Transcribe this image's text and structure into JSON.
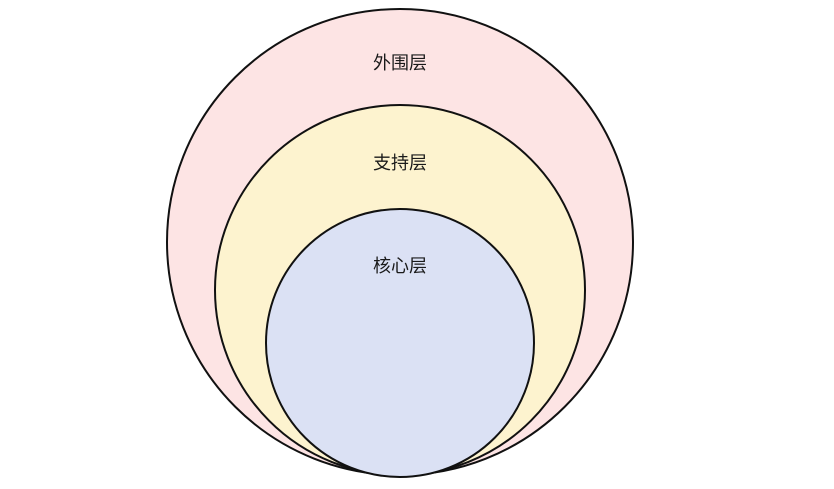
{
  "layers": [
    {
      "id": "outer",
      "label": "外围层",
      "fill": "#fde4e4",
      "stroke": "#111111"
    },
    {
      "id": "support",
      "label": "支持层",
      "fill": "#fdf3cf",
      "stroke": "#111111"
    },
    {
      "id": "core",
      "label": "核心层",
      "fill": "#dbe1f4",
      "stroke": "#111111"
    }
  ]
}
